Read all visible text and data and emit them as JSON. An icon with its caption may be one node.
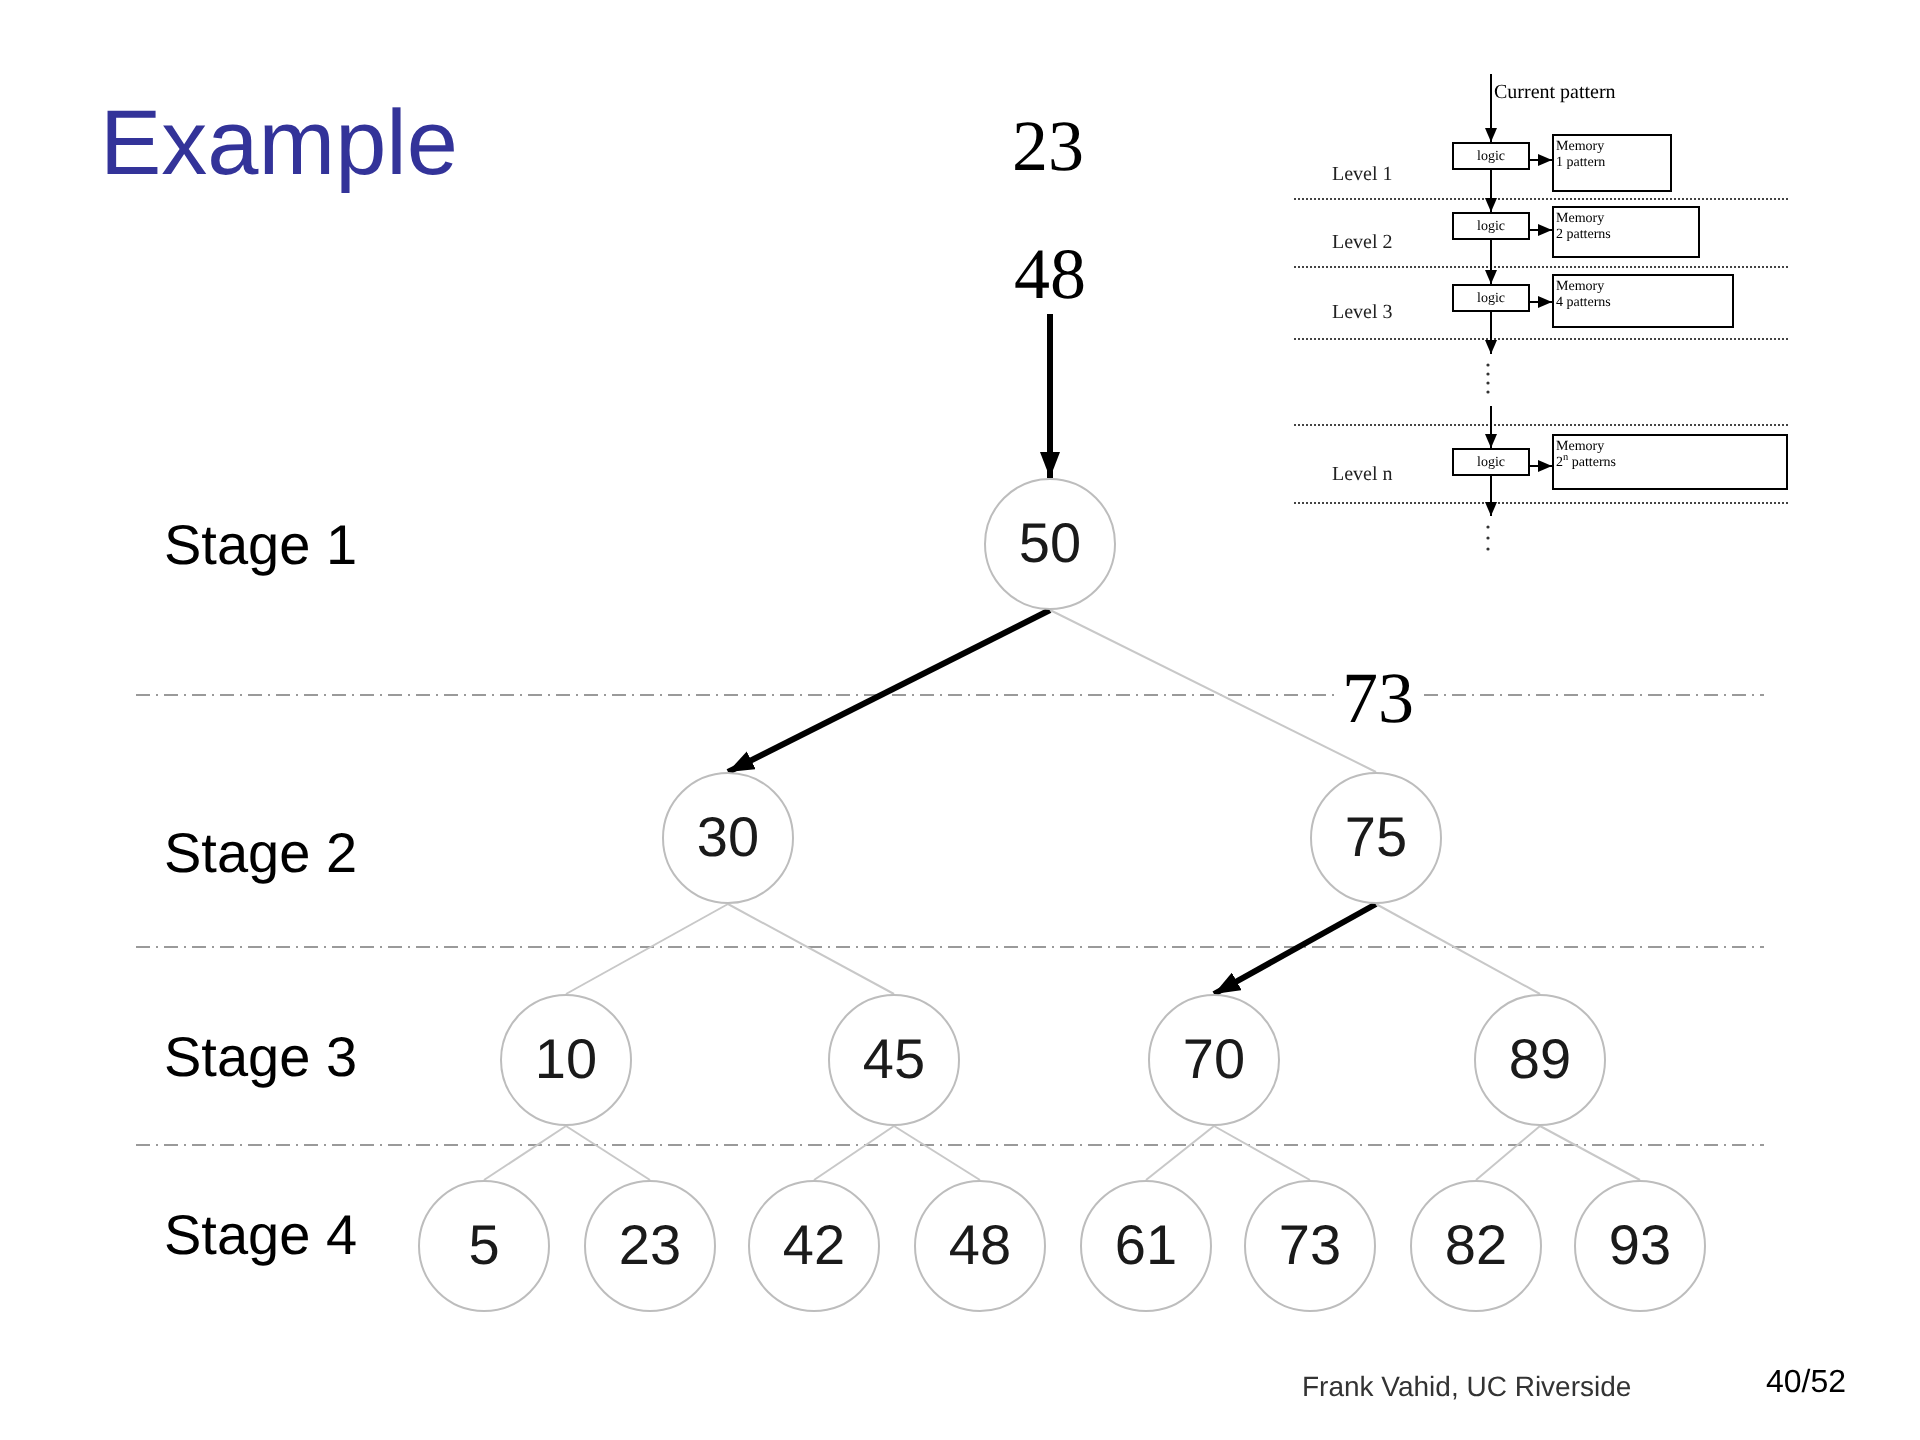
{
  "diagram": {
    "title": "Example",
    "nodes": [
      {
        "text": [
          "Current pattern"
        ]
      },
      {
        "text": [
          "logic"
        ]
      },
      {
        "text": [
          "Memory",
          "1 pattern"
        ]
      },
      {
        "text": [
          "logic"
        ]
      },
      {
        "text": [
          "Memory",
          "2 patterns"
        ]
      },
      {
        "text": [
          "logic"
        ]
      },
      {
        "text": [
          "Memory",
          "4 patterns"
        ]
      },
      {
        "text": [
          "logic"
        ]
      },
      {
        "text": [
          "Memory",
          "2$^{n}$ patterns"
        ]
      },
      {
        "text": [
          "48"
        ]
      },
      {
        "text": [
          "50"
        ]
      },
      {
        "text": [
          "30"
        ]
      },
      {
        "text": [
          "75"
        ]
      },
      {
        "text": [
          "10"
        ]
      },
      {
        "text": [
          "45"
        ]
      },
      {
        "text": [
          "70"
        ]
      },
      {
        "text": [
          "89"
        ]
      },
      {
        "text": [
          "5"
        ]
      },
      {
        "text": [
          "23"
        ]
      },
      {
        "text": [
          "42"
        ]
      },
      {
        "text": [
          "48"
        ]
      },
      {
        "text": [
          "61"
        ]
      },
      {
        "text": [
          "73"
        ]
      },
      {
        "text": [
          "82"
        ]
      },
      {
        "text": [
          "93"
        ]
      }
    ],
    "edges": [
      {
        "from": 0,
        "to": 1,
        "arrow": "to"
      },
      {
        "from": 1,
        "to": 2,
        "arrow": "to"
      },
      {
        "from": 1,
        "to": 3,
        "arrow": "to"
      },
      {
        "from": 3,
        "to": 4,
        "arrow": "to"
      },
      {
        "from": 3,
        "to": 5,
        "arrow": "to"
      },
      {
        "from": 5,
        "to": 6,
        "arrow": "to"
      },
      {
        "from": 5,
        "to": null,
        "arrow": "to"
      },
      {
        "from": null,
        "to": 7,
        "arrow": "to"
      },
      {
        "from": 7,
        "to": 8,
        "arrow": "to"
      },
      {
        "from": 7,
        "to": null,
        "arrow": "to"
      },
      {
        "from": 9,
        "to": 10,
        "arrow": "to",
        "style": "thick"
      },
      {
        "from": 10,
        "to": 11,
        "arrow": "to",
        "style": "thick"
      },
      {
        "from": 10,
        "to": 12,
        "arrow": "none",
        "color": "#c8c8c8"
      },
      {
        "from": 11,
        "to": 13,
        "arrow": "none",
        "color": "#c8c8c8"
      },
      {
        "from": 11,
        "to": 14,
        "arrow": "none",
        "color": "#c8c8c8"
      },
      {
        "from": 12,
        "to": 15,
        "arrow": "to",
        "style": "thick"
      },
      {
        "from": 12,
        "to": 16,
        "arrow": "none",
        "color": "#c8c8c8"
      },
      {
        "from": 13,
        "to": 17,
        "arrow": "none",
        "color": "#c8c8c8"
      },
      {
        "from": 13,
        "to": 18,
        "arrow": "none",
        "color": "#c8c8c8"
      },
      {
        "from": 14,
        "to": 19,
        "arrow": "none",
        "color": "#c8c8c8"
      },
      {
        "from": 14,
        "to": 20,
        "arrow": "none",
        "color": "#c8c8c8"
      },
      {
        "from": 15,
        "to": 21,
        "arrow": "none",
        "color": "#c8c8c8"
      },
      {
        "from": 15,
        "to": 22,
        "arrow": "none",
        "color": "#c8c8c8"
      },
      {
        "from": 16,
        "to": 23,
        "arrow": "none",
        "color": "#c8c8c8"
      },
      {
        "from": 16,
        "to": 24,
        "arrow": "none",
        "color": "#c8c8c8"
      }
    ],
    "labels": [
      "23",
      "Level 1",
      "Level 2",
      "Level 3",
      "Level n",
      "Stage 1",
      "73",
      "Stage 2",
      "Stage 3",
      "Stage 4",
      "Frank Vahid, UC Riverside",
      "40/52"
    ]
  }
}
